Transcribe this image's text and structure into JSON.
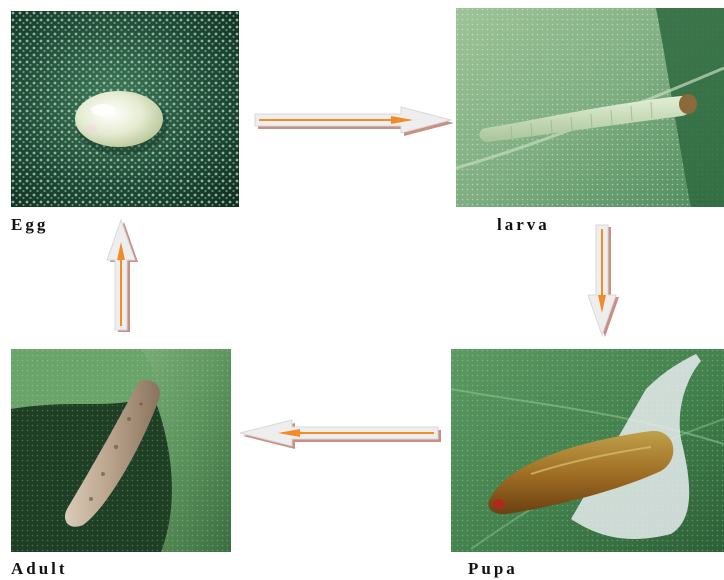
{
  "stages": {
    "egg": {
      "label": "Egg",
      "image_description": "egg on leaf surface"
    },
    "larva": {
      "label": "larva",
      "image_description": "larva on leaf"
    },
    "pupa": {
      "label": "Pupa",
      "image_description": "pupa in silken cocoon"
    },
    "adult": {
      "label": "Adult",
      "image_description": "adult moth on leaf edge"
    }
  },
  "icons": {
    "arrow_egg_to_larva": "arrow-right-icon",
    "arrow_larva_to_pupa": "arrow-down-icon",
    "arrow_pupa_to_adult": "arrow-left-icon",
    "arrow_adult_to_egg": "arrow-up-icon"
  },
  "colors": {
    "arrow_core": "#f28c28",
    "arrow_shadow": "#c98f82",
    "arrow_highlight": "#eeeeee",
    "label_text": "#111111"
  }
}
